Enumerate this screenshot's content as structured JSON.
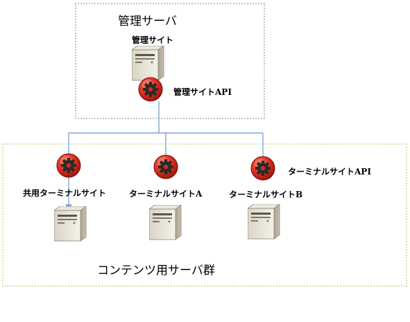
{
  "management": {
    "server_group_label": "管理サーバ",
    "site_label": "管理サイト",
    "api_label": "管理サイトAPI"
  },
  "content": {
    "group_label": "コンテンツ用サーバ群",
    "api_label": "ターミナルサイトAPI",
    "sites": [
      {
        "label": "共用ターミナルサイト"
      },
      {
        "label": "ターミナルサイトA"
      },
      {
        "label": "ターミナルサイトB"
      }
    ]
  },
  "colors": {
    "mgmt_border": "#c9b8d6",
    "content_border": "#d7e2a5",
    "connector": "#7aa6d6",
    "gear_outer": "#d8291c",
    "gear_inner": "#2b2b2b"
  },
  "icons": {
    "server": "server-icon",
    "api": "gear-icon"
  }
}
